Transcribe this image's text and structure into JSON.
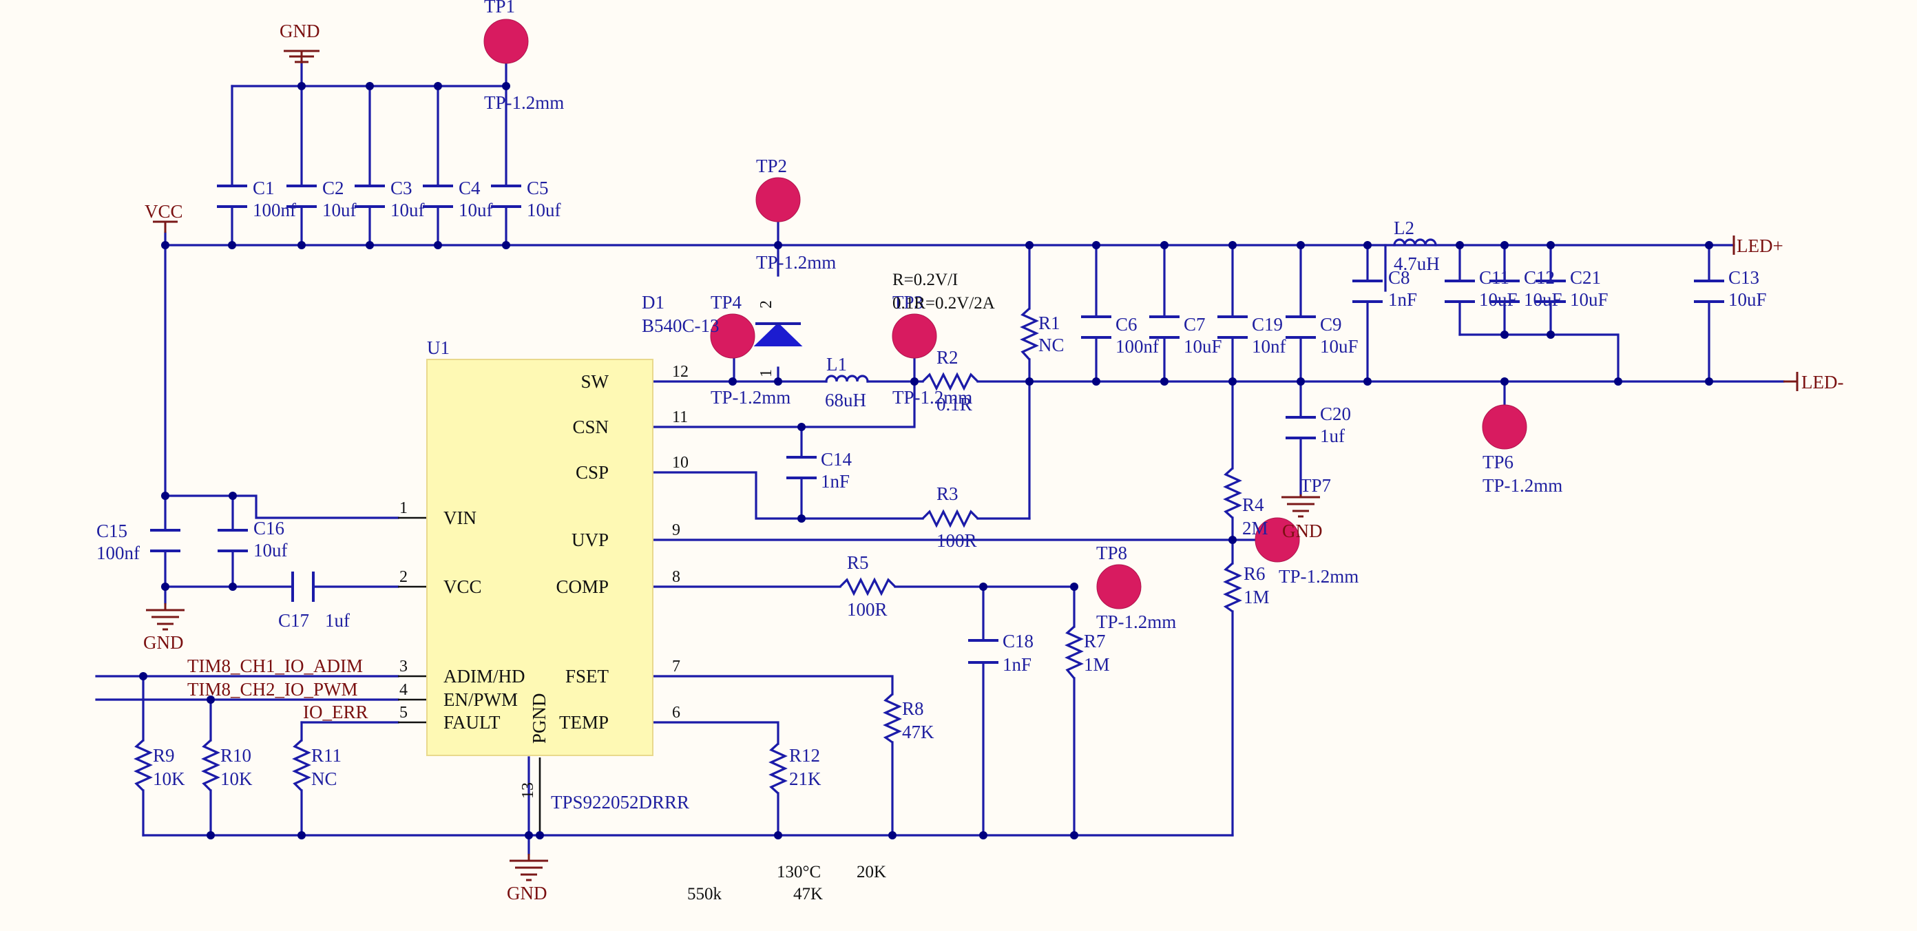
{
  "power": {
    "gnd_top": "GND",
    "vcc": "VCC",
    "gnd_left": "GND",
    "gnd_bottom": "GND",
    "led_plus": "LED+",
    "led_minus": "LED-",
    "tp7_gnd": "GND"
  },
  "test_points": [
    {
      "ref": "TP1",
      "value": "TP-1.2mm"
    },
    {
      "ref": "TP2",
      "value": "TP-1.2mm"
    },
    {
      "ref": "TP4",
      "value": "TP-1.2mm"
    },
    {
      "ref": "TP3",
      "value": "TP-1.2mm"
    },
    {
      "ref": "TP6",
      "value": "TP-1.2mm"
    },
    {
      "ref": "TP7",
      "value": "TP-1.2mm"
    },
    {
      "ref": "TP8",
      "value": "TP-1.2mm"
    }
  ],
  "caps": {
    "C1": {
      "ref": "C1",
      "value": "100nf"
    },
    "C2": {
      "ref": "C2",
      "value": "10uf"
    },
    "C3": {
      "ref": "C3",
      "value": "10uf"
    },
    "C4": {
      "ref": "C4",
      "value": "10uf"
    },
    "C5": {
      "ref": "C5",
      "value": "10uf"
    },
    "C6": {
      "ref": "C6",
      "value": "100nf"
    },
    "C7": {
      "ref": "C7",
      "value": "10uF"
    },
    "C19": {
      "ref": "C19",
      "value": "10nf"
    },
    "C9": {
      "ref": "C9",
      "value": "10uF"
    },
    "C8": {
      "ref": "C8",
      "value": "1nF"
    },
    "C11": {
      "ref": "C11",
      "value": "10uF"
    },
    "C12": {
      "ref": "C12",
      "value": "10uF"
    },
    "C21": {
      "ref": "C21",
      "value": "10uF"
    },
    "C13": {
      "ref": "C13",
      "value": "10uF"
    },
    "C20": {
      "ref": "C20",
      "value": "1uf"
    },
    "C14": {
      "ref": "C14",
      "value": "1nF"
    },
    "C15": {
      "ref": "C15",
      "value": "100nf"
    },
    "C16": {
      "ref": "C16",
      "value": "10uf"
    },
    "C17": {
      "ref": "C17",
      "value": "1uf"
    },
    "C18": {
      "ref": "C18",
      "value": "1nF"
    }
  },
  "res": {
    "R1": {
      "ref": "R1",
      "value": "NC"
    },
    "R2": {
      "ref": "R2",
      "value": "0.1R"
    },
    "R3": {
      "ref": "R3",
      "value": "100R"
    },
    "R4": {
      "ref": "R4",
      "value": "2M"
    },
    "R5": {
      "ref": "R5",
      "value": "100R"
    },
    "R6": {
      "ref": "R6",
      "value": "1M"
    },
    "R7": {
      "ref": "R7",
      "value": "1M"
    },
    "R8": {
      "ref": "R8",
      "value": "47K"
    },
    "R9": {
      "ref": "R9",
      "value": "10K"
    },
    "R10": {
      "ref": "R10",
      "value": "10K"
    },
    "R11": {
      "ref": "R11",
      "value": "NC"
    },
    "R12": {
      "ref": "R12",
      "value": "21K"
    }
  },
  "inductors": {
    "L1": {
      "ref": "L1",
      "value": "68uH"
    },
    "L2": {
      "ref": "L2",
      "value": "4.7uH"
    }
  },
  "diode": {
    "ref": "D1",
    "value": "B540C-13",
    "pin1": "1",
    "pin2": "2"
  },
  "notes": {
    "current1": "R=0.2V/I",
    "current2": "0.1R=0.2V/2A",
    "temp": "130°C",
    "r20k": "20K",
    "r550k": "550k",
    "r47k": "47K"
  },
  "ic": {
    "ref": "U1",
    "part": "TPS922052DRRR",
    "pgnd": "PGND",
    "pins_left": [
      {
        "num": "1",
        "name": "VIN"
      },
      {
        "num": "2",
        "name": "VCC"
      },
      {
        "num": "3",
        "name": "ADIM/HD"
      },
      {
        "num": "4",
        "name": "EN/PWM"
      },
      {
        "num": "5",
        "name": "FAULT"
      }
    ],
    "pins_right": [
      {
        "num": "12",
        "name": "SW"
      },
      {
        "num": "11",
        "name": "CSN"
      },
      {
        "num": "10",
        "name": "CSP"
      },
      {
        "num": "9",
        "name": "UVP"
      },
      {
        "num": "8",
        "name": "COMP"
      },
      {
        "num": "7",
        "name": "FSET"
      },
      {
        "num": "6",
        "name": "TEMP"
      }
    ],
    "pin_bottom": "13"
  },
  "nets": {
    "adim": "TIM8_CH1_IO_ADIM",
    "pwm": "TIM8_CH2_IO_PWM",
    "err": "IO_ERR"
  },
  "colors": {
    "wire": "#1b1ba8",
    "power_port": "#7a1818",
    "test_point": "#d81b60",
    "ic_body": "#fef9b4",
    "background": "#fffcf6"
  }
}
